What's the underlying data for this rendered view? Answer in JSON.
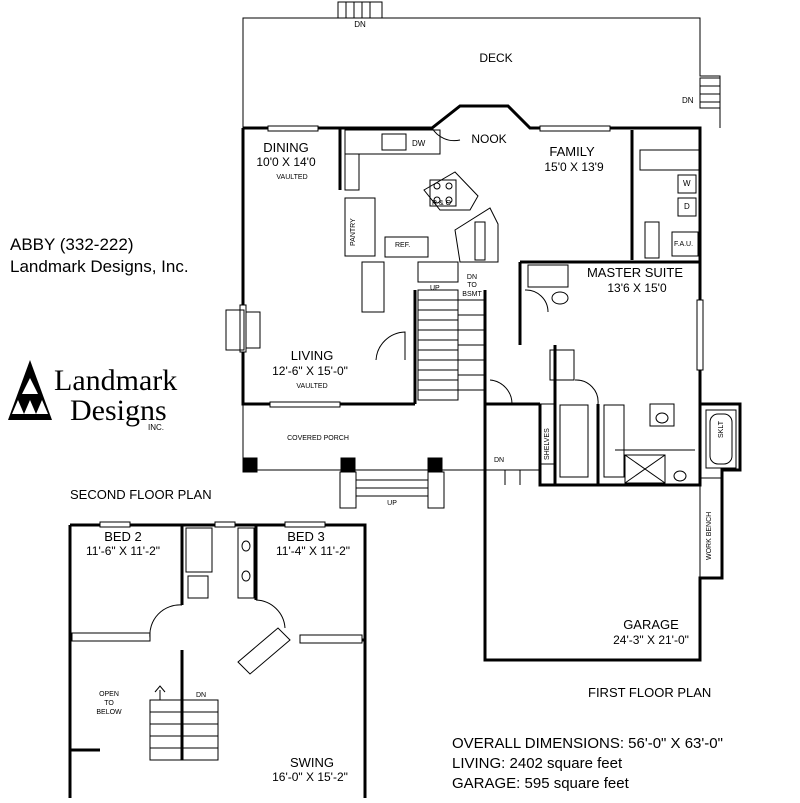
{
  "title_block": {
    "plan_name": "ABBY (332-222)",
    "company": "Landmark Designs, Inc.",
    "logo_line1": "Landmark",
    "logo_line2": "Designs",
    "logo_inc": "INC."
  },
  "plan_titles": {
    "first": "FIRST FLOOR PLAN",
    "second": "SECOND FLOOR PLAN"
  },
  "summary": {
    "overall": "OVERALL DIMENSIONS: 56'-0\" X 63'-0\"",
    "living": "LIVING: 2402 square feet",
    "garage": "GARAGE: 595 square feet"
  },
  "first_floor": {
    "deck": "DECK",
    "nook": "NOOK",
    "dining_name": "DINING",
    "dining_dim": "10'0 X 14'0",
    "dining_note": "VAULTED",
    "family_name": "FAMILY",
    "family_dim": "15'0 X 13'9",
    "living_name": "LIVING",
    "living_dim": "12'-6\" X 15'-0\"",
    "living_note": "VAULTED",
    "master_name": "MASTER SUITE",
    "master_dim": "13'6 X 15'0",
    "garage_name": "GARAGE",
    "garage_dim": "24'-3\" X 21'-0\"",
    "porch": "COVERED PORCH",
    "pantry": "PANTRY",
    "ref": "REF.",
    "dw": "DW",
    "range": "R & O",
    "w": "W",
    "d": "D",
    "fau": "F.A.U.",
    "shelves": "SHELVES",
    "work_bench": "WORK BENCH",
    "sklt": "SKLT",
    "up_stair": "UP",
    "dn_bsmt": "DN\nTO\nBSMT",
    "dn_top": "DN",
    "dn_right": "DN",
    "dn_garage": "DN",
    "up_porch": "UP"
  },
  "second_floor": {
    "bed2_name": "BED 2",
    "bed2_dim": "11'-6\" X 11'-2\"",
    "bed3_name": "BED 3",
    "bed3_dim": "11'-4\" X 11'-2\"",
    "swing_name": "SWING",
    "swing_dim": "16'-0\" X 15'-2\"",
    "open_below": "OPEN\nTO\nBELOW",
    "dn": "DN"
  }
}
